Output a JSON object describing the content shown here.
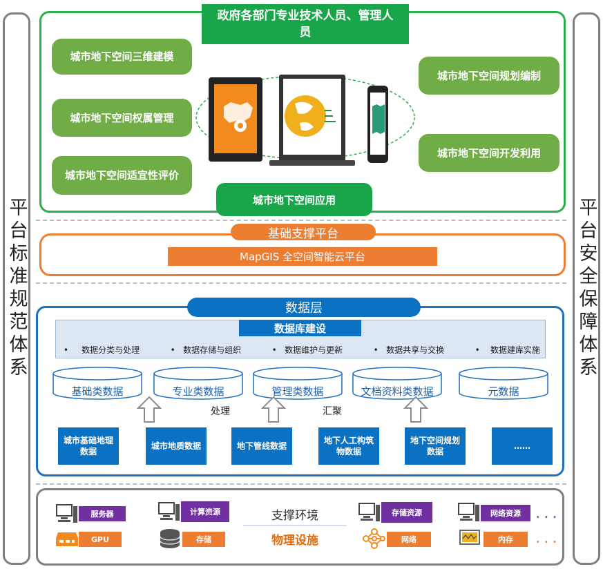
{
  "left_side_label": "平台标准规范体系",
  "right_side_label": "平台安全保障体系",
  "app_layer": {
    "header": "政府各部门专业技术人员、管理人员",
    "left_items": [
      "城市地下空间三维建模",
      "城市地下空间权属管理",
      "城市地下空间适宜性评价"
    ],
    "right_items": [
      "城市地下空间规划编制",
      "城市地下空间开发利用"
    ],
    "footer": "城市地下空间应用"
  },
  "platform_layer": {
    "title": "基础支撑平台",
    "bar": "MapGIS 全空间智能云平台"
  },
  "data_layer": {
    "title": "数据层",
    "db_title": "数据库建设",
    "bullets": [
      "数据分类与处理",
      "数据存储与组织",
      "数据维护与更新",
      "数据共享与交换",
      "数据建库实施"
    ],
    "databases": [
      "基础类数据",
      "专业类数据",
      "管理类数据",
      "文档资料类数据",
      "元数据"
    ],
    "process_label": "处理",
    "gather_label": "汇聚",
    "sources": [
      "城市基础地理数据",
      "城市地质数据",
      "地下管线数据",
      "地下人工构筑物数据",
      "地下空间规划数据",
      "……"
    ]
  },
  "infra_layer": {
    "support_env": "支撑环境",
    "physical": "物理设施",
    "items": {
      "server": "服务器",
      "compute": "计算资源",
      "storage_res": "存储资源",
      "network_res": "网络资源",
      "gpu": "GPU",
      "storage": "存储",
      "network": "网络",
      "memory": "内存"
    },
    "ellipsis": ". . ."
  },
  "colors": {
    "green": "#29b04a",
    "pill_green": "#71ad47",
    "orange": "#ed7d31",
    "blue": "#1f6fbf",
    "tile_blue": "#0b71c2",
    "purple": "#7030a0",
    "gray": "#7f7f7f"
  }
}
